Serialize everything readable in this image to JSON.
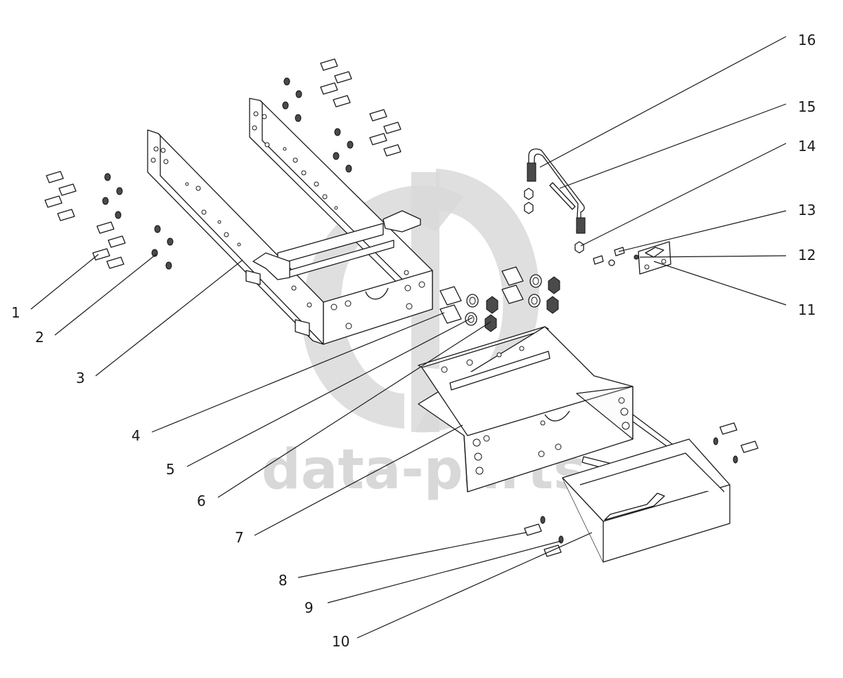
{
  "watermark": {
    "text": "data-parts",
    "color": "#d4d4d4"
  },
  "callouts": [
    {
      "number": "1"
    },
    {
      "number": "2"
    },
    {
      "number": "3"
    },
    {
      "number": "4"
    },
    {
      "number": "5"
    },
    {
      "number": "6"
    },
    {
      "number": "7"
    },
    {
      "number": "8"
    },
    {
      "number": "9"
    },
    {
      "number": "10"
    },
    {
      "number": "11"
    },
    {
      "number": "12"
    },
    {
      "number": "13"
    },
    {
      "number": "14"
    },
    {
      "number": "15"
    },
    {
      "number": "16"
    }
  ],
  "colors": {
    "line": "#1a1a1a",
    "background": "#ffffff",
    "watermark": "#d9d9d9"
  }
}
